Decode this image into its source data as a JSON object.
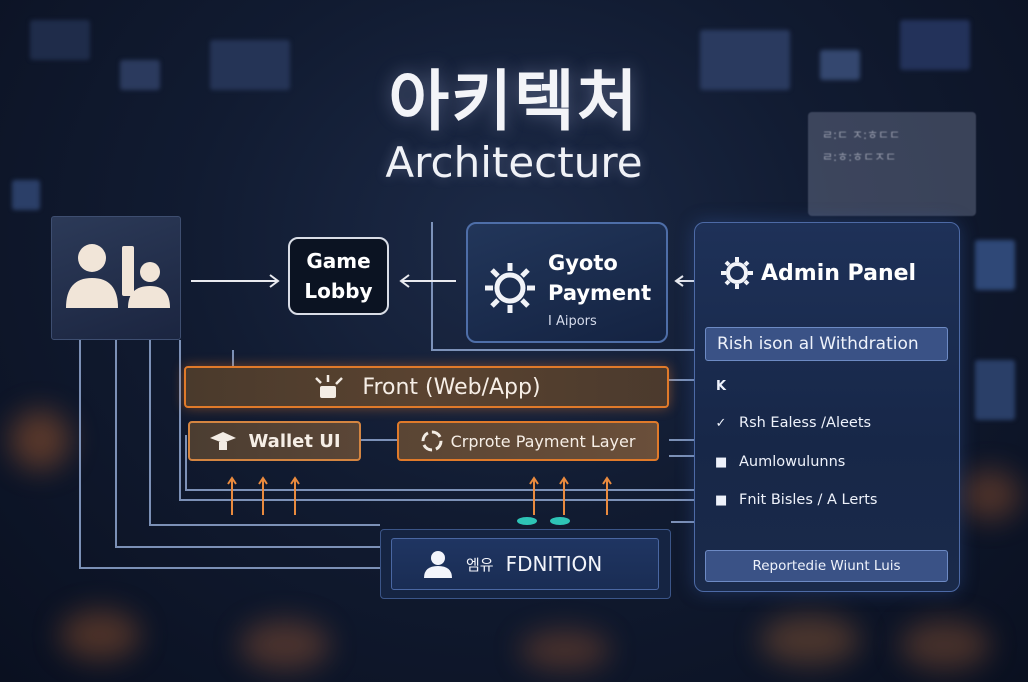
{
  "title": {
    "korean": "아키텍처",
    "english": "Architecture"
  },
  "ghost_panel": {
    "lines": [
      "ㄹ:ㄷ ㅈ:ㅎㄷㄷ",
      "ㄹ:ㅎ:ㅎㄷㅈㄷ"
    ]
  },
  "nodes": {
    "users": {
      "icon": "users-icon"
    },
    "game_lobby": {
      "line1": "Game",
      "line2": "Lobby"
    },
    "crypto_payment": {
      "line1": "Gyoto",
      "line2": "Payment",
      "sub": "I Aipors",
      "icon": "gear-icon"
    },
    "admin_panel": {
      "title": "Admin Panel",
      "icon": "gear-icon",
      "chip": "Rish ison al Withdration",
      "rows": [
        {
          "icon": "close-icon",
          "label": ""
        },
        {
          "icon": "check-icon",
          "label": "Rsh Ealess /Aleets"
        },
        {
          "icon": "chat-icon",
          "label": "Aumlowulunns"
        },
        {
          "icon": "square-icon",
          "label": "Fnit Bisles / A Lerts"
        }
      ],
      "footer": "Reportedie Wiunt Luis"
    },
    "front": {
      "label": "Front (Web/App)",
      "icon": "browser-icon"
    },
    "wallet_ui": {
      "label": "Wallet UI",
      "icon": "wallet-icon"
    },
    "crypto_layer": {
      "label": "Crprote Payment Layer",
      "icon": "coin-icon"
    },
    "foundation": {
      "ko": "엠유",
      "label": "FDNITION",
      "icon": "user-icon"
    }
  },
  "colors": {
    "accent_orange": "#e07a2a",
    "panel_blue": "#3a5286",
    "background": "#111b31"
  }
}
